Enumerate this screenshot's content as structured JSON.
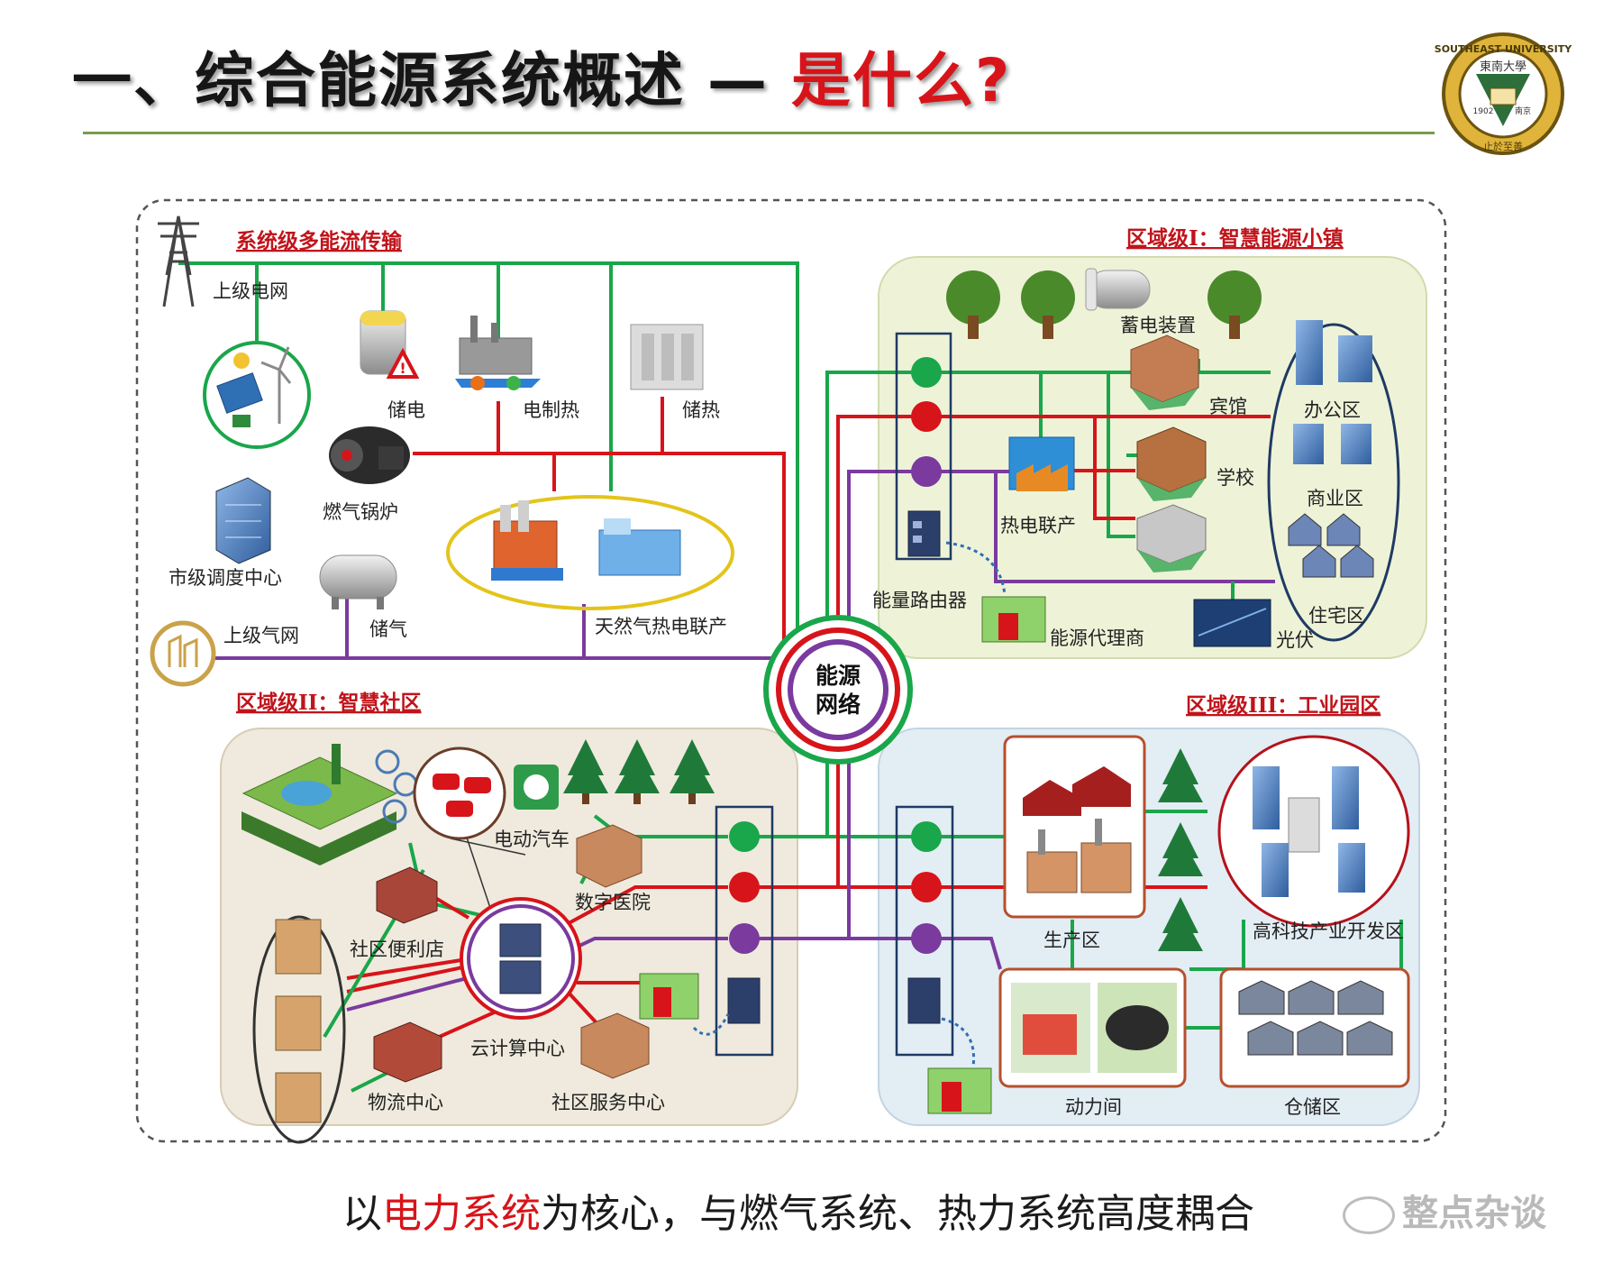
{
  "title": {
    "part1": "一、综合能源系统概述 — ",
    "part2": "是什么?"
  },
  "logo": {
    "ring_text": "SOUTHEAST UNIVERSITY",
    "cn": "東南大學",
    "motto": "止於至善",
    "year_left": "1902",
    "year_right": "南京"
  },
  "sections": {
    "system": "系统级多能流传输",
    "region1": "区域级I：智慧能源小镇",
    "region2": "区域级II：智慧社区",
    "region3": "区域级III：工业园区"
  },
  "hub": {
    "line1": "能源",
    "line2": "网络"
  },
  "labels": {
    "upper_grid": "上级电网",
    "storage_elec": "储电",
    "elec_heat": "电制热",
    "storage_heat": "储热",
    "gas_boiler": "燃气锅炉",
    "dispatch": "市级调度中心",
    "storage_gas": "储气",
    "upper_gas": "上级气网",
    "chp_gas": "天然气热电联产",
    "storage_device": "蓄电装置",
    "hotel": "宾馆",
    "school": "学校",
    "office": "办公区",
    "commercial": "商业区",
    "residential": "住宅区",
    "chp": "热电联产",
    "router": "能量路由器",
    "agent": "能源代理商",
    "pv": "光伏",
    "ev": "电动汽车",
    "hospital": "数字医院",
    "store": "社区便利店",
    "cloud": "云计算中心",
    "logistics": "物流中心",
    "service": "社区服务中心",
    "production": "生产区",
    "hitech": "高科技产业开发区",
    "power_room": "动力间",
    "warehouse": "仓储区"
  },
  "caption": {
    "pre": "以",
    "red": "电力系统",
    "post": "为核心，与燃气系统、热力系统高度耦合"
  },
  "watermark": "整点杂谈",
  "colors": {
    "electric": "#1aa64a",
    "heat": "#d7141a",
    "gas": "#7a3a9e",
    "title_red": "#d7141a",
    "rule": "#7c9a4c"
  }
}
